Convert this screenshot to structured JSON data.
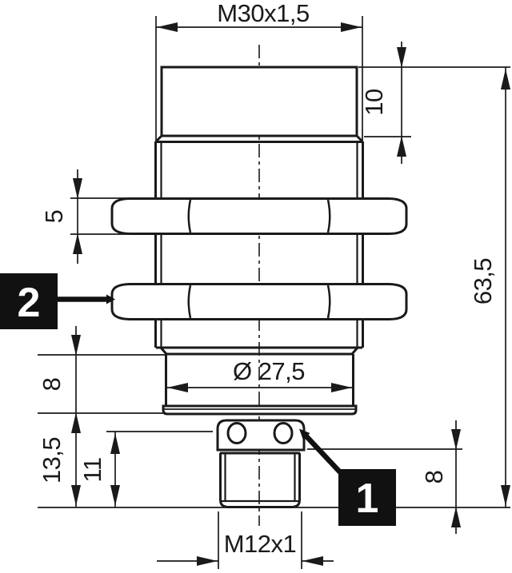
{
  "drawing_title": "sensor-dimension-drawing",
  "dimensions": {
    "top_thread": "M30x1,5",
    "head_height": "10",
    "overall_length": "63,5",
    "nut_thickness": "5",
    "body_diameter": "Ø 27,5",
    "step_height": "8",
    "connector_total_height": "13,5",
    "connector_mid_height": "11",
    "connector_stub_height": "8",
    "connector_thread": "M12x1"
  },
  "callouts": {
    "label_1": "1",
    "label_2": "2"
  },
  "colors": {
    "line": "#1a1a1a",
    "background": "#ffffff",
    "callout_bg": "#111111",
    "callout_text": "#ffffff"
  }
}
